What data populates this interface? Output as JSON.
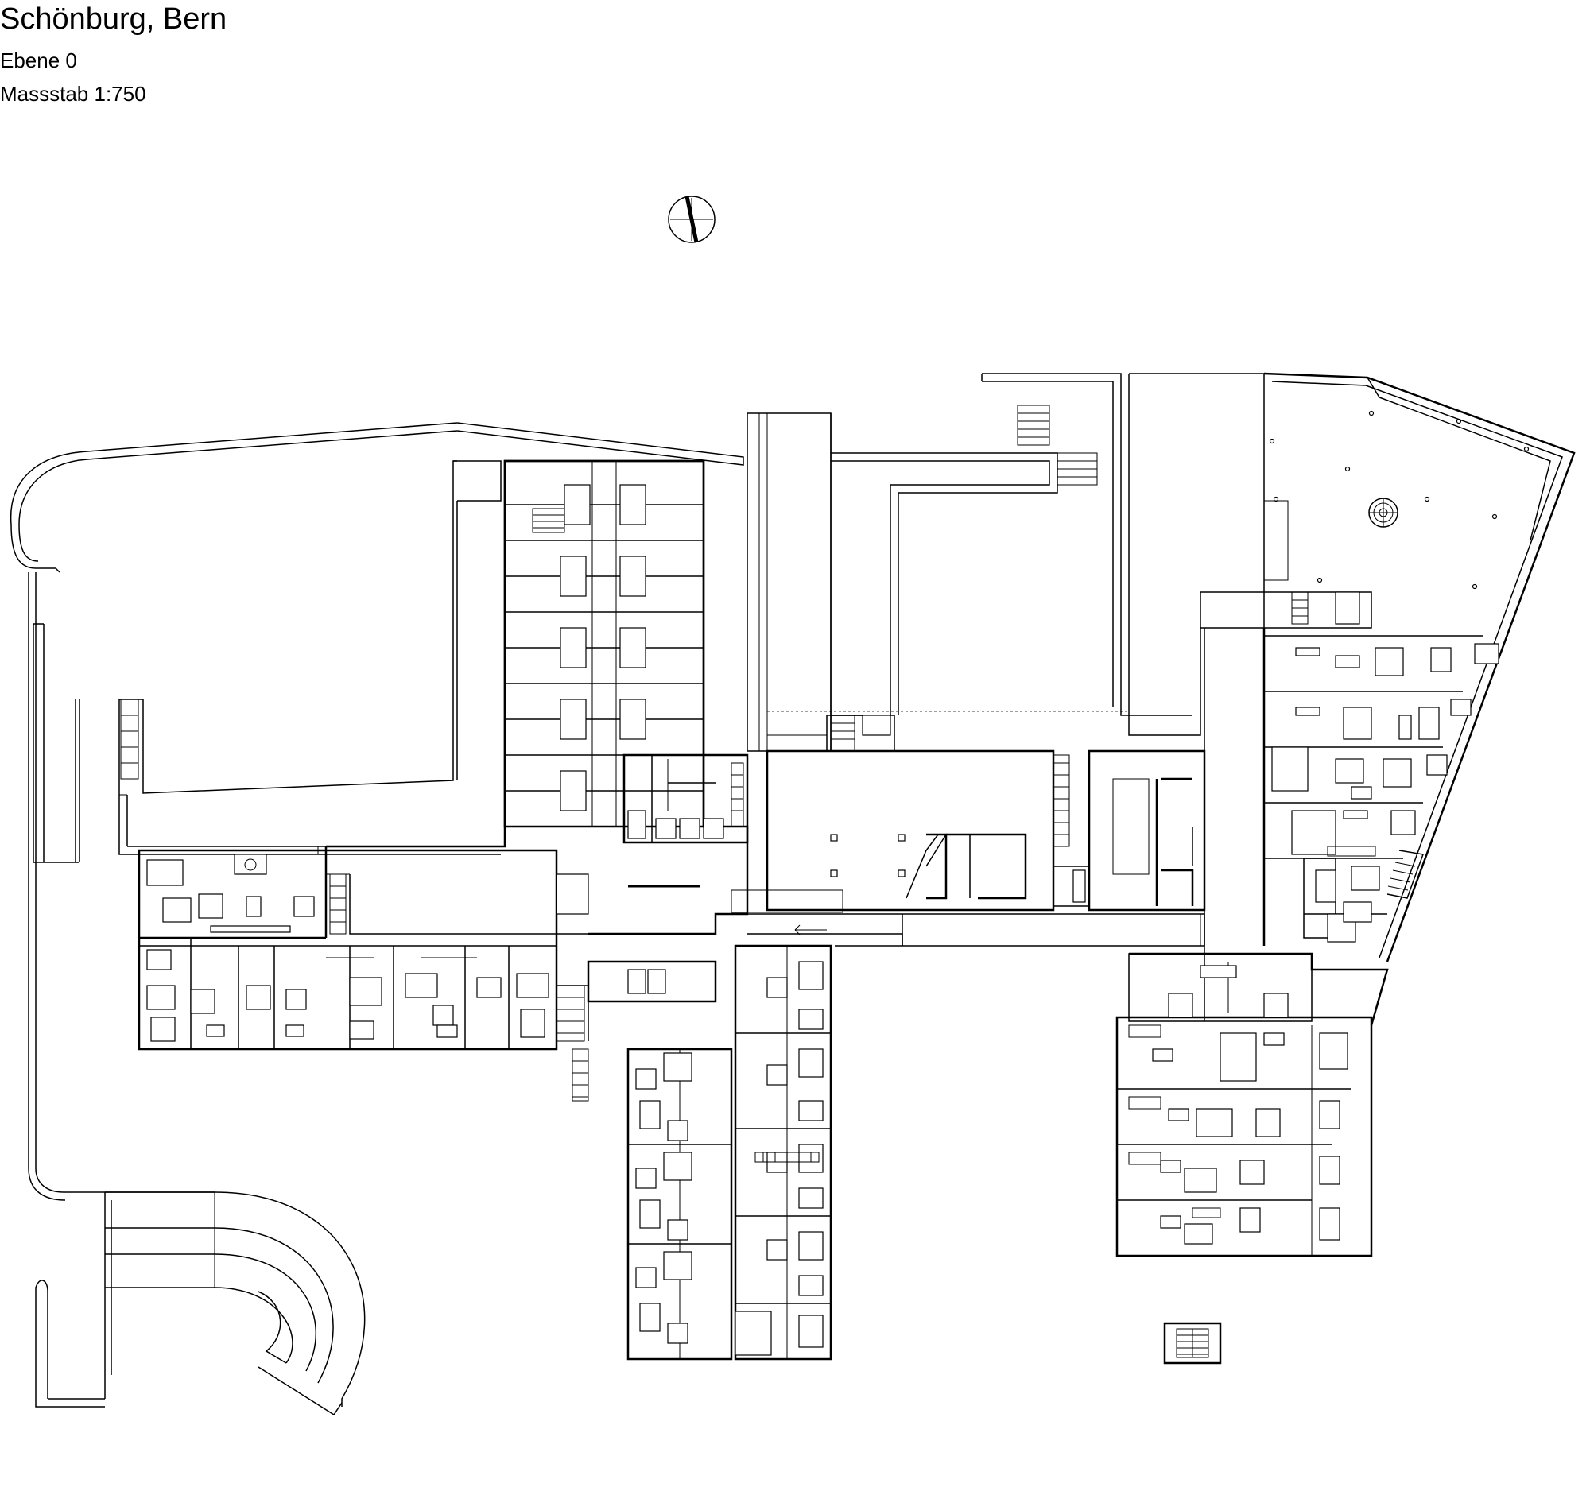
{
  "title": "Schönburg, Bern",
  "level": "Ebene 0",
  "scale": "Massstab 1:750",
  "north_arrow": {
    "icon": "north-arrow-icon"
  },
  "colors": {
    "background": "#ffffff",
    "lines": "#000000"
  }
}
